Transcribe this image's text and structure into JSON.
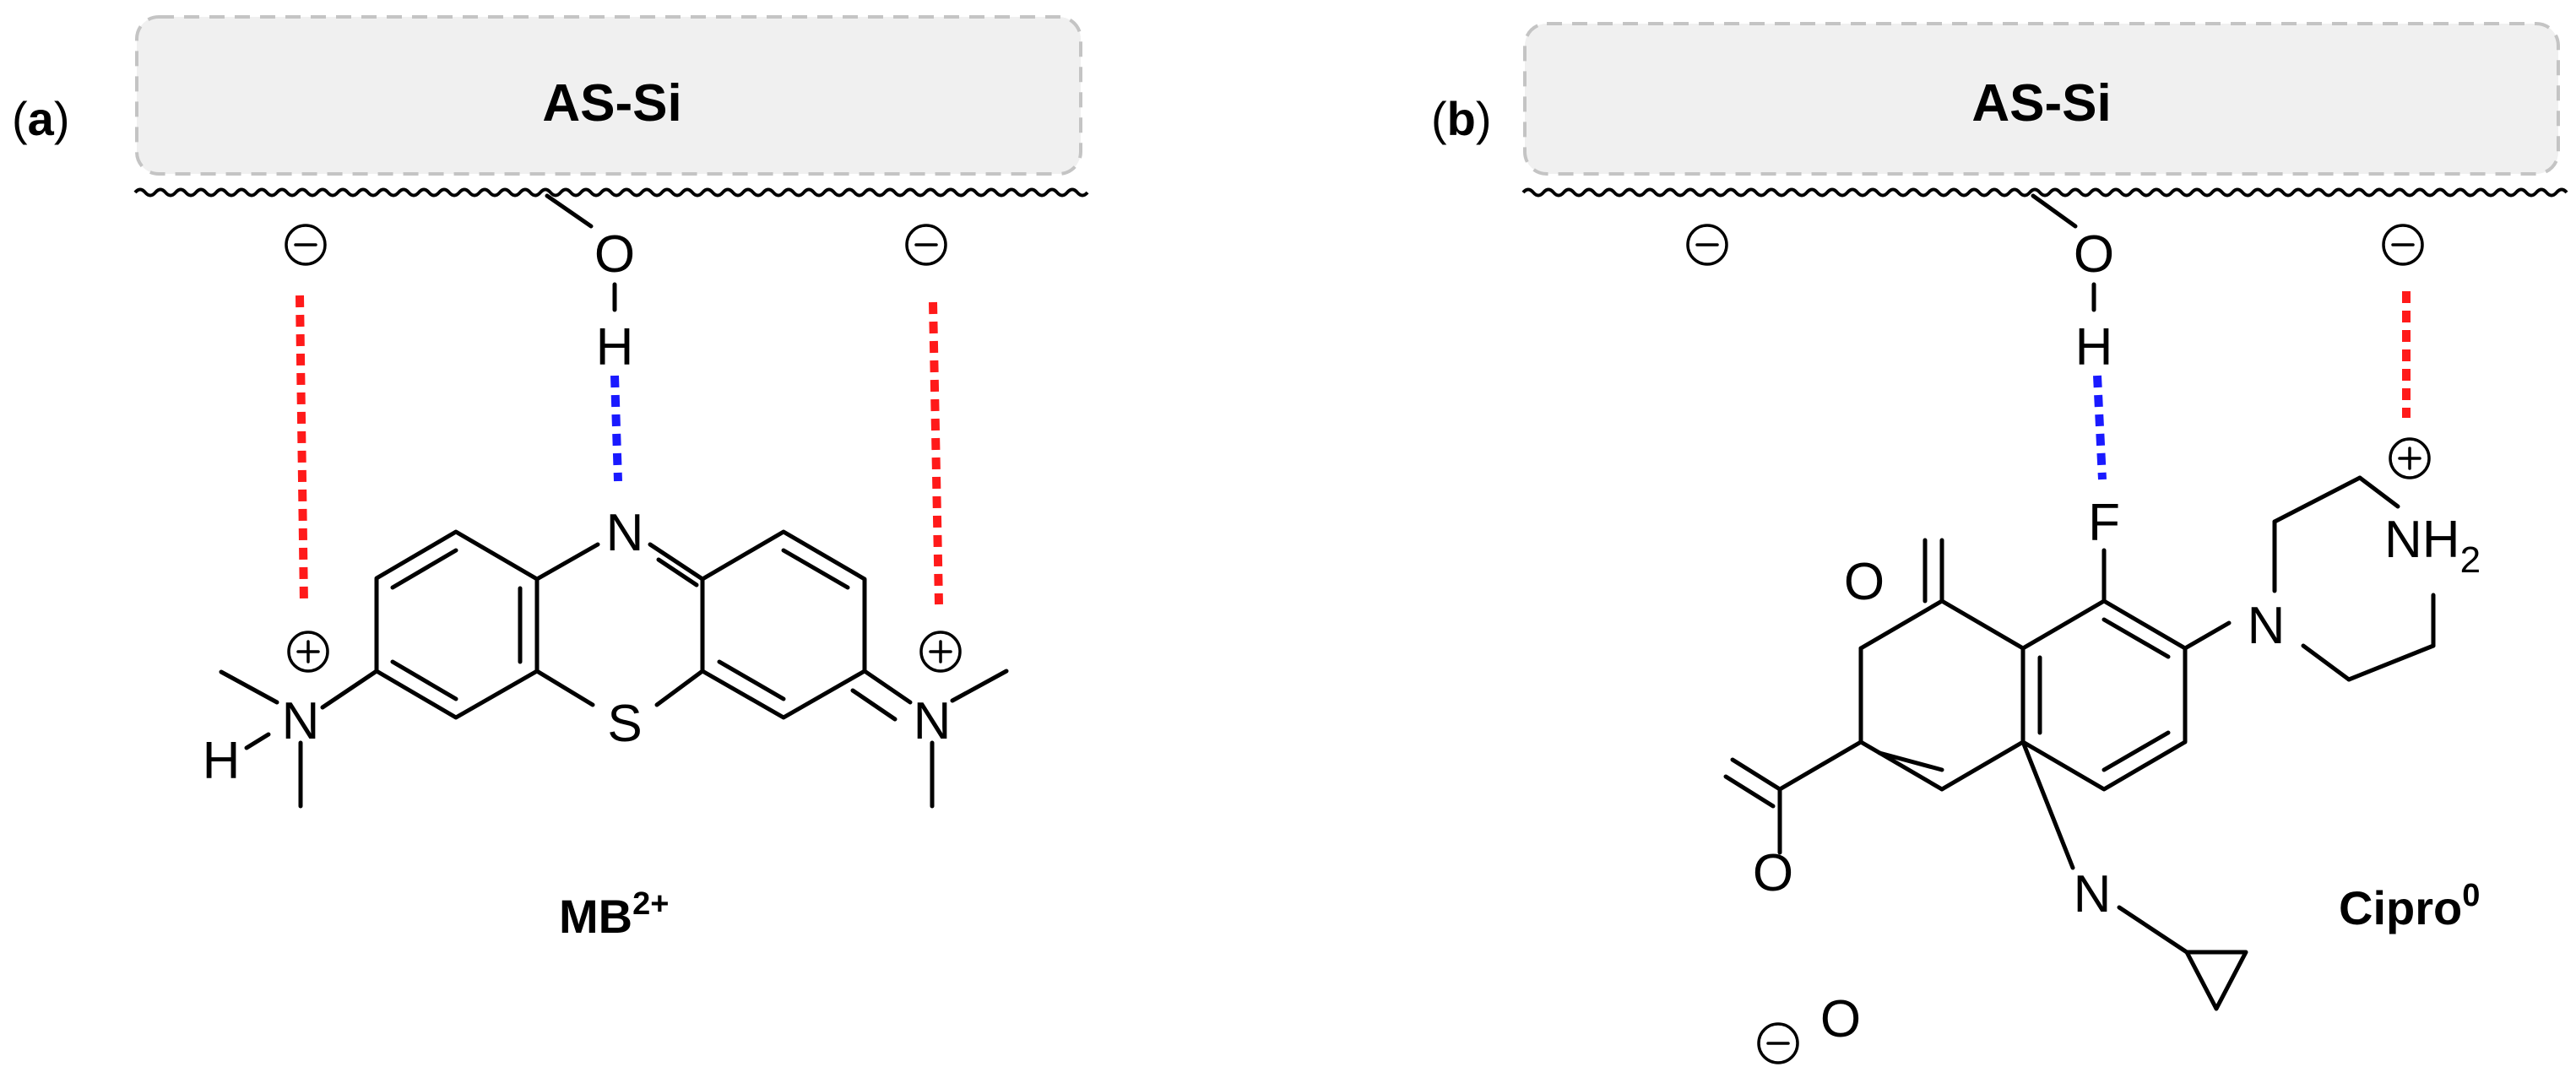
{
  "colors": {
    "surface_fill": "#f0f0f0",
    "surface_border": "#c4c4c4",
    "electrostatic": "#ff1a1a",
    "hydrogen_bond": "#1a1aff",
    "bonds": "#000000"
  },
  "panel_a": {
    "label_open": "(",
    "label_letter": "a",
    "label_close": ")",
    "surface_label": "AS-Si",
    "molecule_name": "MB",
    "molecule_charge": "2+",
    "surface_hydroxyl": {
      "O": "O",
      "H": "H"
    },
    "atoms": {
      "N_ring": "N",
      "S": "S",
      "N_left": "N",
      "H_left": "H",
      "N_right": "N"
    }
  },
  "panel_b": {
    "label_open": "(",
    "label_letter": "b",
    "label_close": ")",
    "surface_label": "AS-Si",
    "molecule_name": "Cipro",
    "molecule_charge": "0",
    "surface_hydroxyl": {
      "O": "O",
      "H": "H"
    },
    "atoms": {
      "F": "F",
      "N_pip": "N",
      "NH2": "NH",
      "NH2_sub": "2",
      "O_ketone": "O",
      "N_quin": "N",
      "O_acid1": "O",
      "O_acid2": "O"
    }
  }
}
